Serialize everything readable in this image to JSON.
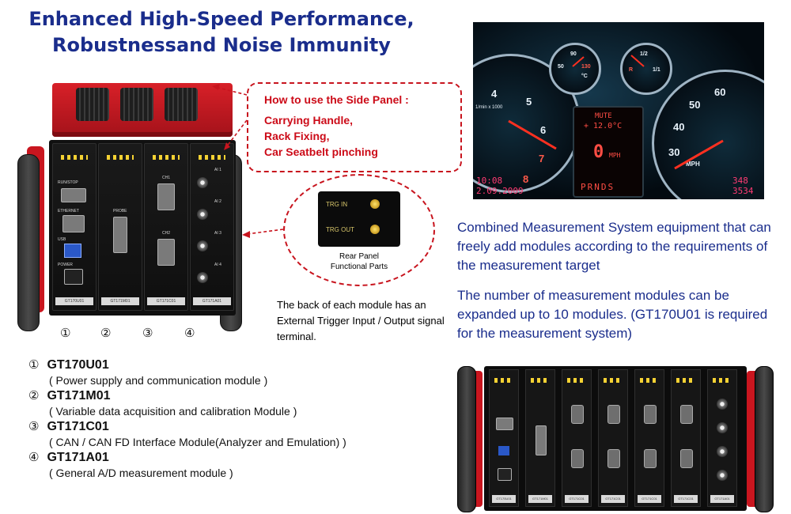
{
  "title": {
    "line1": "Enhanced High-Speed Performance,",
    "line2": "Robustnessand Noise Immunity"
  },
  "side_panel": {
    "heading": "How to use the Side Panel :",
    "uses": [
      "Carrying Handle,",
      "Rack Fixing,",
      "Car Seatbelt pinching"
    ]
  },
  "rear_panel": {
    "trg_in": "TRG IN",
    "trg_out": "TRG OUT",
    "caption_line1": "Rear Panel",
    "caption_line2": "Functional Parts"
  },
  "trigger_note": "The back of each module has an External Trigger Input / Output signal terminal.",
  "device_labels": {
    "runstop": "RUN/STOP",
    "ethernet": "ETHERNET",
    "usb": "USB",
    "power": "POWER",
    "probe": "PROBE",
    "ch1": "CH1",
    "ch2": "CH2",
    "ai": [
      "AI 1",
      "AI 2",
      "AI 3",
      "AI 4"
    ],
    "module_labels": [
      "GT170U01",
      "GT171M01",
      "GT171C01",
      "GT171A01"
    ]
  },
  "module_markers": [
    "①",
    "②",
    "③",
    "④"
  ],
  "modules": [
    {
      "marker": "①",
      "code": "GT170U01",
      "description": "( Power supply and communication module )"
    },
    {
      "marker": "②",
      "code": "GT171M01",
      "description": "( Variable data acquisition and calibration Module )"
    },
    {
      "marker": "③",
      "code": "GT171C01",
      "description": "( CAN / CAN FD Interface Module(Analyzer and Emulation) )"
    },
    {
      "marker": "④",
      "code": "GT171A01",
      "description": "( General A/D measurement module )"
    }
  ],
  "dashboard": {
    "tach_numbers": [
      "4",
      "5",
      "6",
      "7",
      "8"
    ],
    "tach_unit": "1/min x 1000",
    "temp_low": "50",
    "temp_mid": "90",
    "temp_high": "130",
    "temp_unit": "°C",
    "fuel_half": "1/2",
    "fuel_full": "1/1",
    "fuel_r": "R",
    "speed_numbers": [
      "60",
      "50",
      "40",
      "30"
    ],
    "speed_unit": "MPH",
    "lcd_mute": "MUTE",
    "lcd_temp": "+ 12.0°C",
    "lcd_speed": "0",
    "lcd_speed_unit": "MPH",
    "lcd_gears": "PRNDS",
    "clock_time": "10:08",
    "clock_date": "2.09.2009",
    "odo_1": "348",
    "odo_2": "3534"
  },
  "description": {
    "paragraph1": "Combined Measurement System equipment that can freely add modules according to the requirements of the measurement target",
    "paragraph2": "The number of measurement modules can be expanded up to 10 modules. (GT170U01 is required for the measurement system)"
  },
  "rack_labels": [
    "GT170U01",
    "GT171M01",
    "GT171C01",
    "GT171C01",
    "GT171C01",
    "GT171C01",
    "GT171A01"
  ],
  "colors": {
    "title_blue": "#1a2d8c",
    "callout_red": "#cc0b18",
    "chassis_red": "#c9161f"
  }
}
